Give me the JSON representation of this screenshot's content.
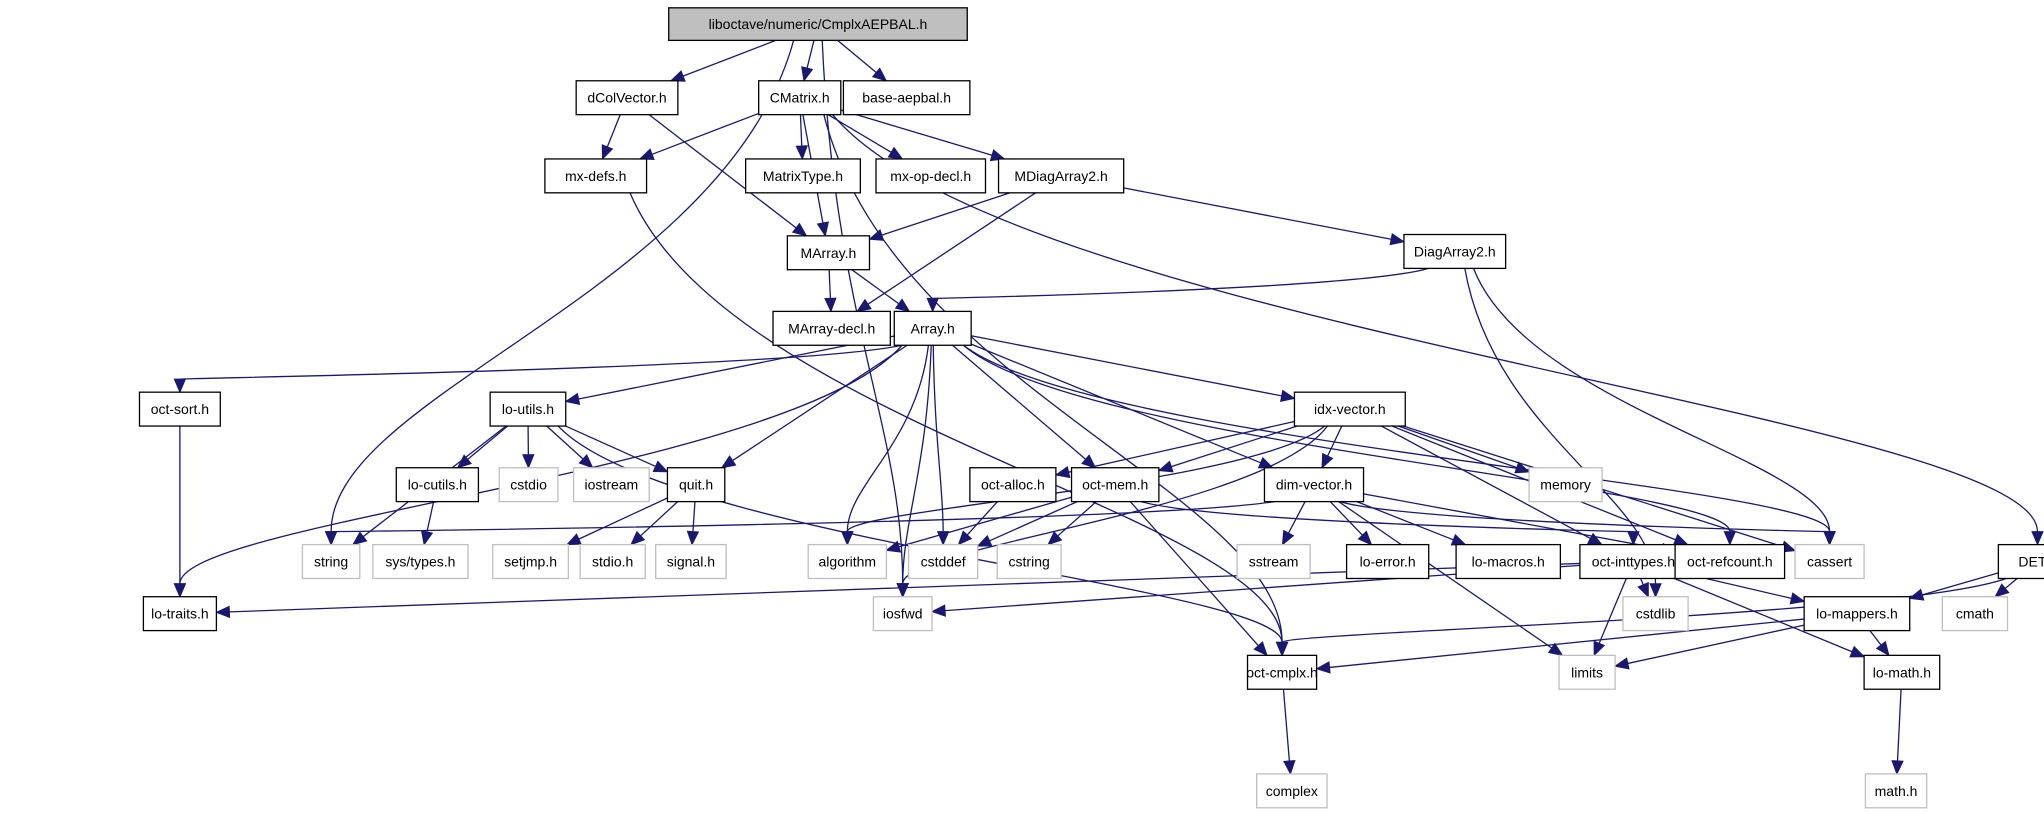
{
  "title": "liboctave/numeric/CmplxAEPBAL.h",
  "colors": {
    "edge": "#191970",
    "root_fill": "#bfbfbf",
    "documented_border": "#000000",
    "external_border": "#bfbfbf",
    "node_fill": "#ffffff"
  },
  "nodes": [
    {
      "id": "root",
      "label": "liboctave/numeric/CmplxAEPBAL.h",
      "kind": "root"
    },
    {
      "id": "dColVector",
      "label": "dColVector.h",
      "kind": "documented"
    },
    {
      "id": "CMatrix",
      "label": "CMatrix.h",
      "kind": "documented"
    },
    {
      "id": "base-aepbal",
      "label": "base-aepbal.h",
      "kind": "documented"
    },
    {
      "id": "mx-defs",
      "label": "mx-defs.h",
      "kind": "documented"
    },
    {
      "id": "MatrixType",
      "label": "MatrixType.h",
      "kind": "documented"
    },
    {
      "id": "mx-op-decl",
      "label": "mx-op-decl.h",
      "kind": "documented"
    },
    {
      "id": "MDiagArray2",
      "label": "MDiagArray2.h",
      "kind": "documented"
    },
    {
      "id": "MArray",
      "label": "MArray.h",
      "kind": "documented"
    },
    {
      "id": "DiagArray2",
      "label": "DiagArray2.h",
      "kind": "documented"
    },
    {
      "id": "MArray-decl",
      "label": "MArray-decl.h",
      "kind": "documented"
    },
    {
      "id": "Array",
      "label": "Array.h",
      "kind": "documented"
    },
    {
      "id": "oct-sort",
      "label": "oct-sort.h",
      "kind": "documented"
    },
    {
      "id": "lo-utils",
      "label": "lo-utils.h",
      "kind": "documented"
    },
    {
      "id": "idx-vector",
      "label": "idx-vector.h",
      "kind": "documented"
    },
    {
      "id": "lo-cutils",
      "label": "lo-cutils.h",
      "kind": "documented"
    },
    {
      "id": "cstdio",
      "label": "cstdio",
      "kind": "external"
    },
    {
      "id": "iostream",
      "label": "iostream",
      "kind": "external"
    },
    {
      "id": "quit",
      "label": "quit.h",
      "kind": "documented"
    },
    {
      "id": "oct-alloc",
      "label": "oct-alloc.h",
      "kind": "documented"
    },
    {
      "id": "oct-mem",
      "label": "oct-mem.h",
      "kind": "documented"
    },
    {
      "id": "dim-vector",
      "label": "dim-vector.h",
      "kind": "documented"
    },
    {
      "id": "memory",
      "label": "memory",
      "kind": "external"
    },
    {
      "id": "string",
      "label": "string",
      "kind": "external"
    },
    {
      "id": "sys-types",
      "label": "sys/types.h",
      "kind": "external"
    },
    {
      "id": "setjmp",
      "label": "setjmp.h",
      "kind": "external"
    },
    {
      "id": "stdio",
      "label": "stdio.h",
      "kind": "external"
    },
    {
      "id": "signal",
      "label": "signal.h",
      "kind": "external"
    },
    {
      "id": "algorithm",
      "label": "algorithm",
      "kind": "external"
    },
    {
      "id": "cstddef",
      "label": "cstddef",
      "kind": "external"
    },
    {
      "id": "cstring",
      "label": "cstring",
      "kind": "external"
    },
    {
      "id": "sstream",
      "label": "sstream",
      "kind": "external"
    },
    {
      "id": "lo-error",
      "label": "lo-error.h",
      "kind": "documented"
    },
    {
      "id": "lo-macros",
      "label": "lo-macros.h",
      "kind": "documented"
    },
    {
      "id": "oct-inttypes",
      "label": "oct-inttypes.h",
      "kind": "documented"
    },
    {
      "id": "oct-refcount",
      "label": "oct-refcount.h",
      "kind": "documented"
    },
    {
      "id": "cassert",
      "label": "cassert",
      "kind": "external"
    },
    {
      "id": "DET",
      "label": "DET.h",
      "kind": "documented"
    },
    {
      "id": "lo-traits",
      "label": "lo-traits.h",
      "kind": "documented"
    },
    {
      "id": "iosfwd",
      "label": "iosfwd",
      "kind": "external"
    },
    {
      "id": "cstdlib",
      "label": "cstdlib",
      "kind": "external"
    },
    {
      "id": "lo-mappers",
      "label": "lo-mappers.h",
      "kind": "documented"
    },
    {
      "id": "cmath",
      "label": "cmath",
      "kind": "external"
    },
    {
      "id": "oct-cmplx",
      "label": "oct-cmplx.h",
      "kind": "documented"
    },
    {
      "id": "limits",
      "label": "limits",
      "kind": "external"
    },
    {
      "id": "lo-math",
      "label": "lo-math.h",
      "kind": "documented"
    },
    {
      "id": "complex",
      "label": "complex",
      "kind": "external"
    },
    {
      "id": "math-h",
      "label": "math.h",
      "kind": "external"
    }
  ],
  "edges": [
    [
      "root",
      "dColVector"
    ],
    [
      "root",
      "CMatrix"
    ],
    [
      "root",
      "base-aepbal"
    ],
    [
      "root",
      "string"
    ],
    [
      "root",
      "iosfwd"
    ],
    [
      "dColVector",
      "mx-defs"
    ],
    [
      "dColVector",
      "MArray"
    ],
    [
      "CMatrix",
      "mx-defs"
    ],
    [
      "CMatrix",
      "MatrixType"
    ],
    [
      "CMatrix",
      "mx-op-decl"
    ],
    [
      "CMatrix",
      "MDiagArray2"
    ],
    [
      "CMatrix",
      "MArray"
    ],
    [
      "CMatrix",
      "DET"
    ],
    [
      "CMatrix",
      "oct-cmplx"
    ],
    [
      "mx-defs",
      "oct-cmplx"
    ],
    [
      "MDiagArray2",
      "MArray"
    ],
    [
      "MDiagArray2",
      "MArray-decl"
    ],
    [
      "MDiagArray2",
      "DiagArray2"
    ],
    [
      "MArray",
      "MArray-decl"
    ],
    [
      "MArray",
      "Array"
    ],
    [
      "DiagArray2",
      "Array"
    ],
    [
      "DiagArray2",
      "cassert"
    ],
    [
      "DiagArray2",
      "cstdlib"
    ],
    [
      "Array",
      "oct-sort"
    ],
    [
      "Array",
      "lo-utils"
    ],
    [
      "Array",
      "quit"
    ],
    [
      "Array",
      "lo-traits"
    ],
    [
      "Array",
      "algorithm"
    ],
    [
      "Array",
      "iosfwd"
    ],
    [
      "Array",
      "cstddef"
    ],
    [
      "Array",
      "oct-mem"
    ],
    [
      "Array",
      "dim-vector"
    ],
    [
      "Array",
      "idx-vector"
    ],
    [
      "Array",
      "oct-refcount"
    ],
    [
      "Array",
      "cassert"
    ],
    [
      "oct-sort",
      "lo-traits"
    ],
    [
      "lo-utils",
      "lo-cutils"
    ],
    [
      "lo-utils",
      "cstdio"
    ],
    [
      "lo-utils",
      "iostream"
    ],
    [
      "lo-utils",
      "quit"
    ],
    [
      "lo-utils",
      "string"
    ],
    [
      "lo-utils",
      "oct-cmplx"
    ],
    [
      "lo-cutils",
      "sys-types"
    ],
    [
      "quit",
      "setjmp"
    ],
    [
      "quit",
      "stdio"
    ],
    [
      "quit",
      "signal"
    ],
    [
      "idx-vector",
      "algorithm"
    ],
    [
      "idx-vector",
      "oct-alloc"
    ],
    [
      "idx-vector",
      "oct-mem"
    ],
    [
      "idx-vector",
      "dim-vector"
    ],
    [
      "idx-vector",
      "memory"
    ],
    [
      "idx-vector",
      "oct-inttypes"
    ],
    [
      "idx-vector",
      "oct-refcount"
    ],
    [
      "idx-vector",
      "cassert"
    ],
    [
      "idx-vector",
      "iosfwd"
    ],
    [
      "oct-alloc",
      "cstddef"
    ],
    [
      "oct-mem",
      "algorithm"
    ],
    [
      "oct-mem",
      "cstddef"
    ],
    [
      "oct-mem",
      "cstring"
    ],
    [
      "oct-mem",
      "oct-inttypes"
    ],
    [
      "oct-mem",
      "oct-cmplx"
    ],
    [
      "dim-vector",
      "string"
    ],
    [
      "dim-vector",
      "sstream"
    ],
    [
      "dim-vector",
      "lo-error"
    ],
    [
      "dim-vector",
      "lo-macros"
    ],
    [
      "dim-vector",
      "oct-refcount"
    ],
    [
      "dim-vector",
      "cassert"
    ],
    [
      "dim-vector",
      "limits"
    ],
    [
      "oct-inttypes",
      "lo-traits"
    ],
    [
      "oct-inttypes",
      "iosfwd"
    ],
    [
      "oct-inttypes",
      "cstdlib"
    ],
    [
      "oct-inttypes",
      "limits"
    ],
    [
      "oct-inttypes",
      "lo-mappers"
    ],
    [
      "oct-inttypes",
      "lo-math"
    ],
    [
      "DET",
      "lo-mappers"
    ],
    [
      "DET",
      "cmath"
    ],
    [
      "DET",
      "oct-cmplx"
    ],
    [
      "lo-mappers",
      "oct-cmplx"
    ],
    [
      "lo-mappers",
      "limits"
    ],
    [
      "lo-mappers",
      "lo-math"
    ],
    [
      "oct-cmplx",
      "complex"
    ],
    [
      "lo-math",
      "math-h"
    ]
  ]
}
